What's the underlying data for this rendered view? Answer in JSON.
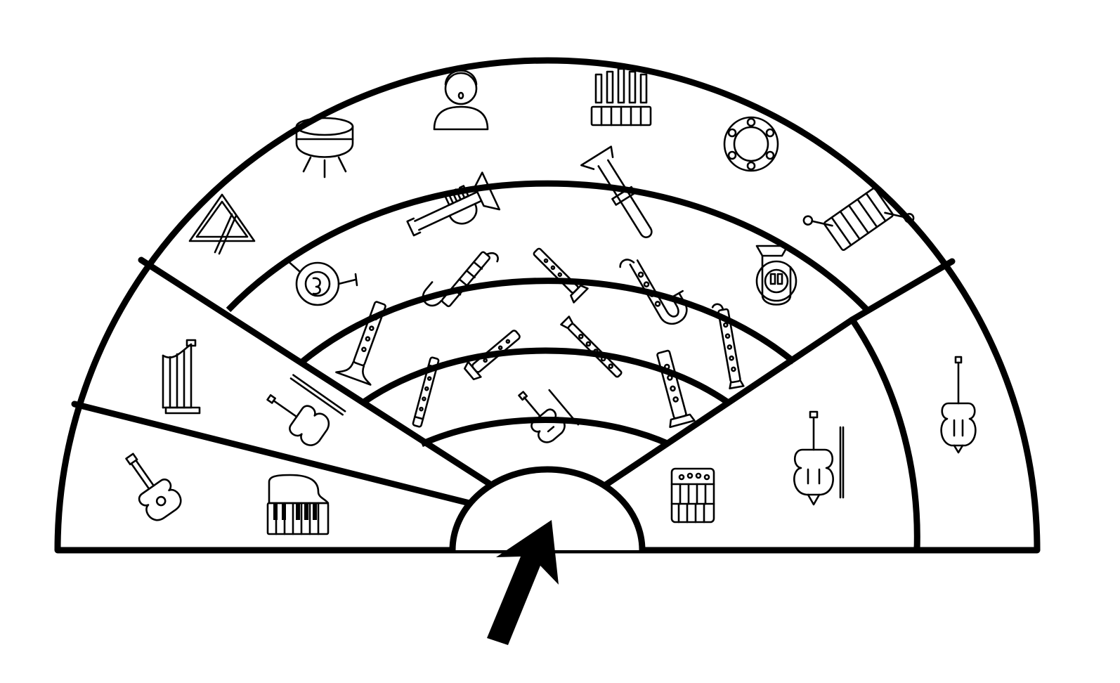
{
  "diagram": {
    "type": "orchestra-seating-chart",
    "colors": {
      "line": "#000000",
      "background": "#ffffff"
    },
    "pointer": {
      "icon": "arrow-up-right-icon",
      "direction": "toward-stage-center"
    },
    "sections": [
      {
        "ring": "innermost",
        "instruments": [
          {
            "icon": "violin-icon"
          }
        ]
      },
      {
        "ring": "woodwinds-front",
        "instruments": [
          {
            "icon": "piccolo-icon"
          },
          {
            "icon": "flute-icon"
          },
          {
            "icon": "oboe-icon"
          },
          {
            "icon": "clarinet-icon"
          }
        ]
      },
      {
        "ring": "woodwinds-back",
        "instruments": [
          {
            "icon": "bass-clarinet-icon"
          },
          {
            "icon": "contrabassoon-icon"
          },
          {
            "icon": "soprano-clarinet-icon"
          },
          {
            "icon": "alto-saxophone-icon"
          },
          {
            "icon": "bassoon-icon"
          }
        ]
      },
      {
        "ring": "brass",
        "instruments": [
          {
            "icon": "french-horn-icon"
          },
          {
            "icon": "trumpet-icon"
          },
          {
            "icon": "trombone-icon"
          },
          {
            "icon": "tuba-icon"
          }
        ]
      },
      {
        "ring": "percussion",
        "instruments": [
          {
            "icon": "triangle-icon"
          },
          {
            "icon": "timpani-icon"
          },
          {
            "icon": "choir-singer-icon"
          },
          {
            "icon": "pipe-organ-icon"
          },
          {
            "icon": "tambourine-icon"
          },
          {
            "icon": "xylophone-icon"
          }
        ]
      },
      {
        "ring": "left-middle",
        "instruments": [
          {
            "icon": "harp-icon"
          },
          {
            "icon": "viola-icon"
          }
        ]
      },
      {
        "ring": "left-front",
        "instruments": [
          {
            "icon": "guitar-icon"
          },
          {
            "icon": "grand-piano-icon"
          }
        ]
      },
      {
        "ring": "right-middle",
        "instruments": [
          {
            "icon": "accordion-icon"
          },
          {
            "icon": "cello-icon"
          }
        ]
      },
      {
        "ring": "right-outer",
        "instruments": [
          {
            "icon": "double-bass-icon"
          }
        ]
      }
    ]
  }
}
